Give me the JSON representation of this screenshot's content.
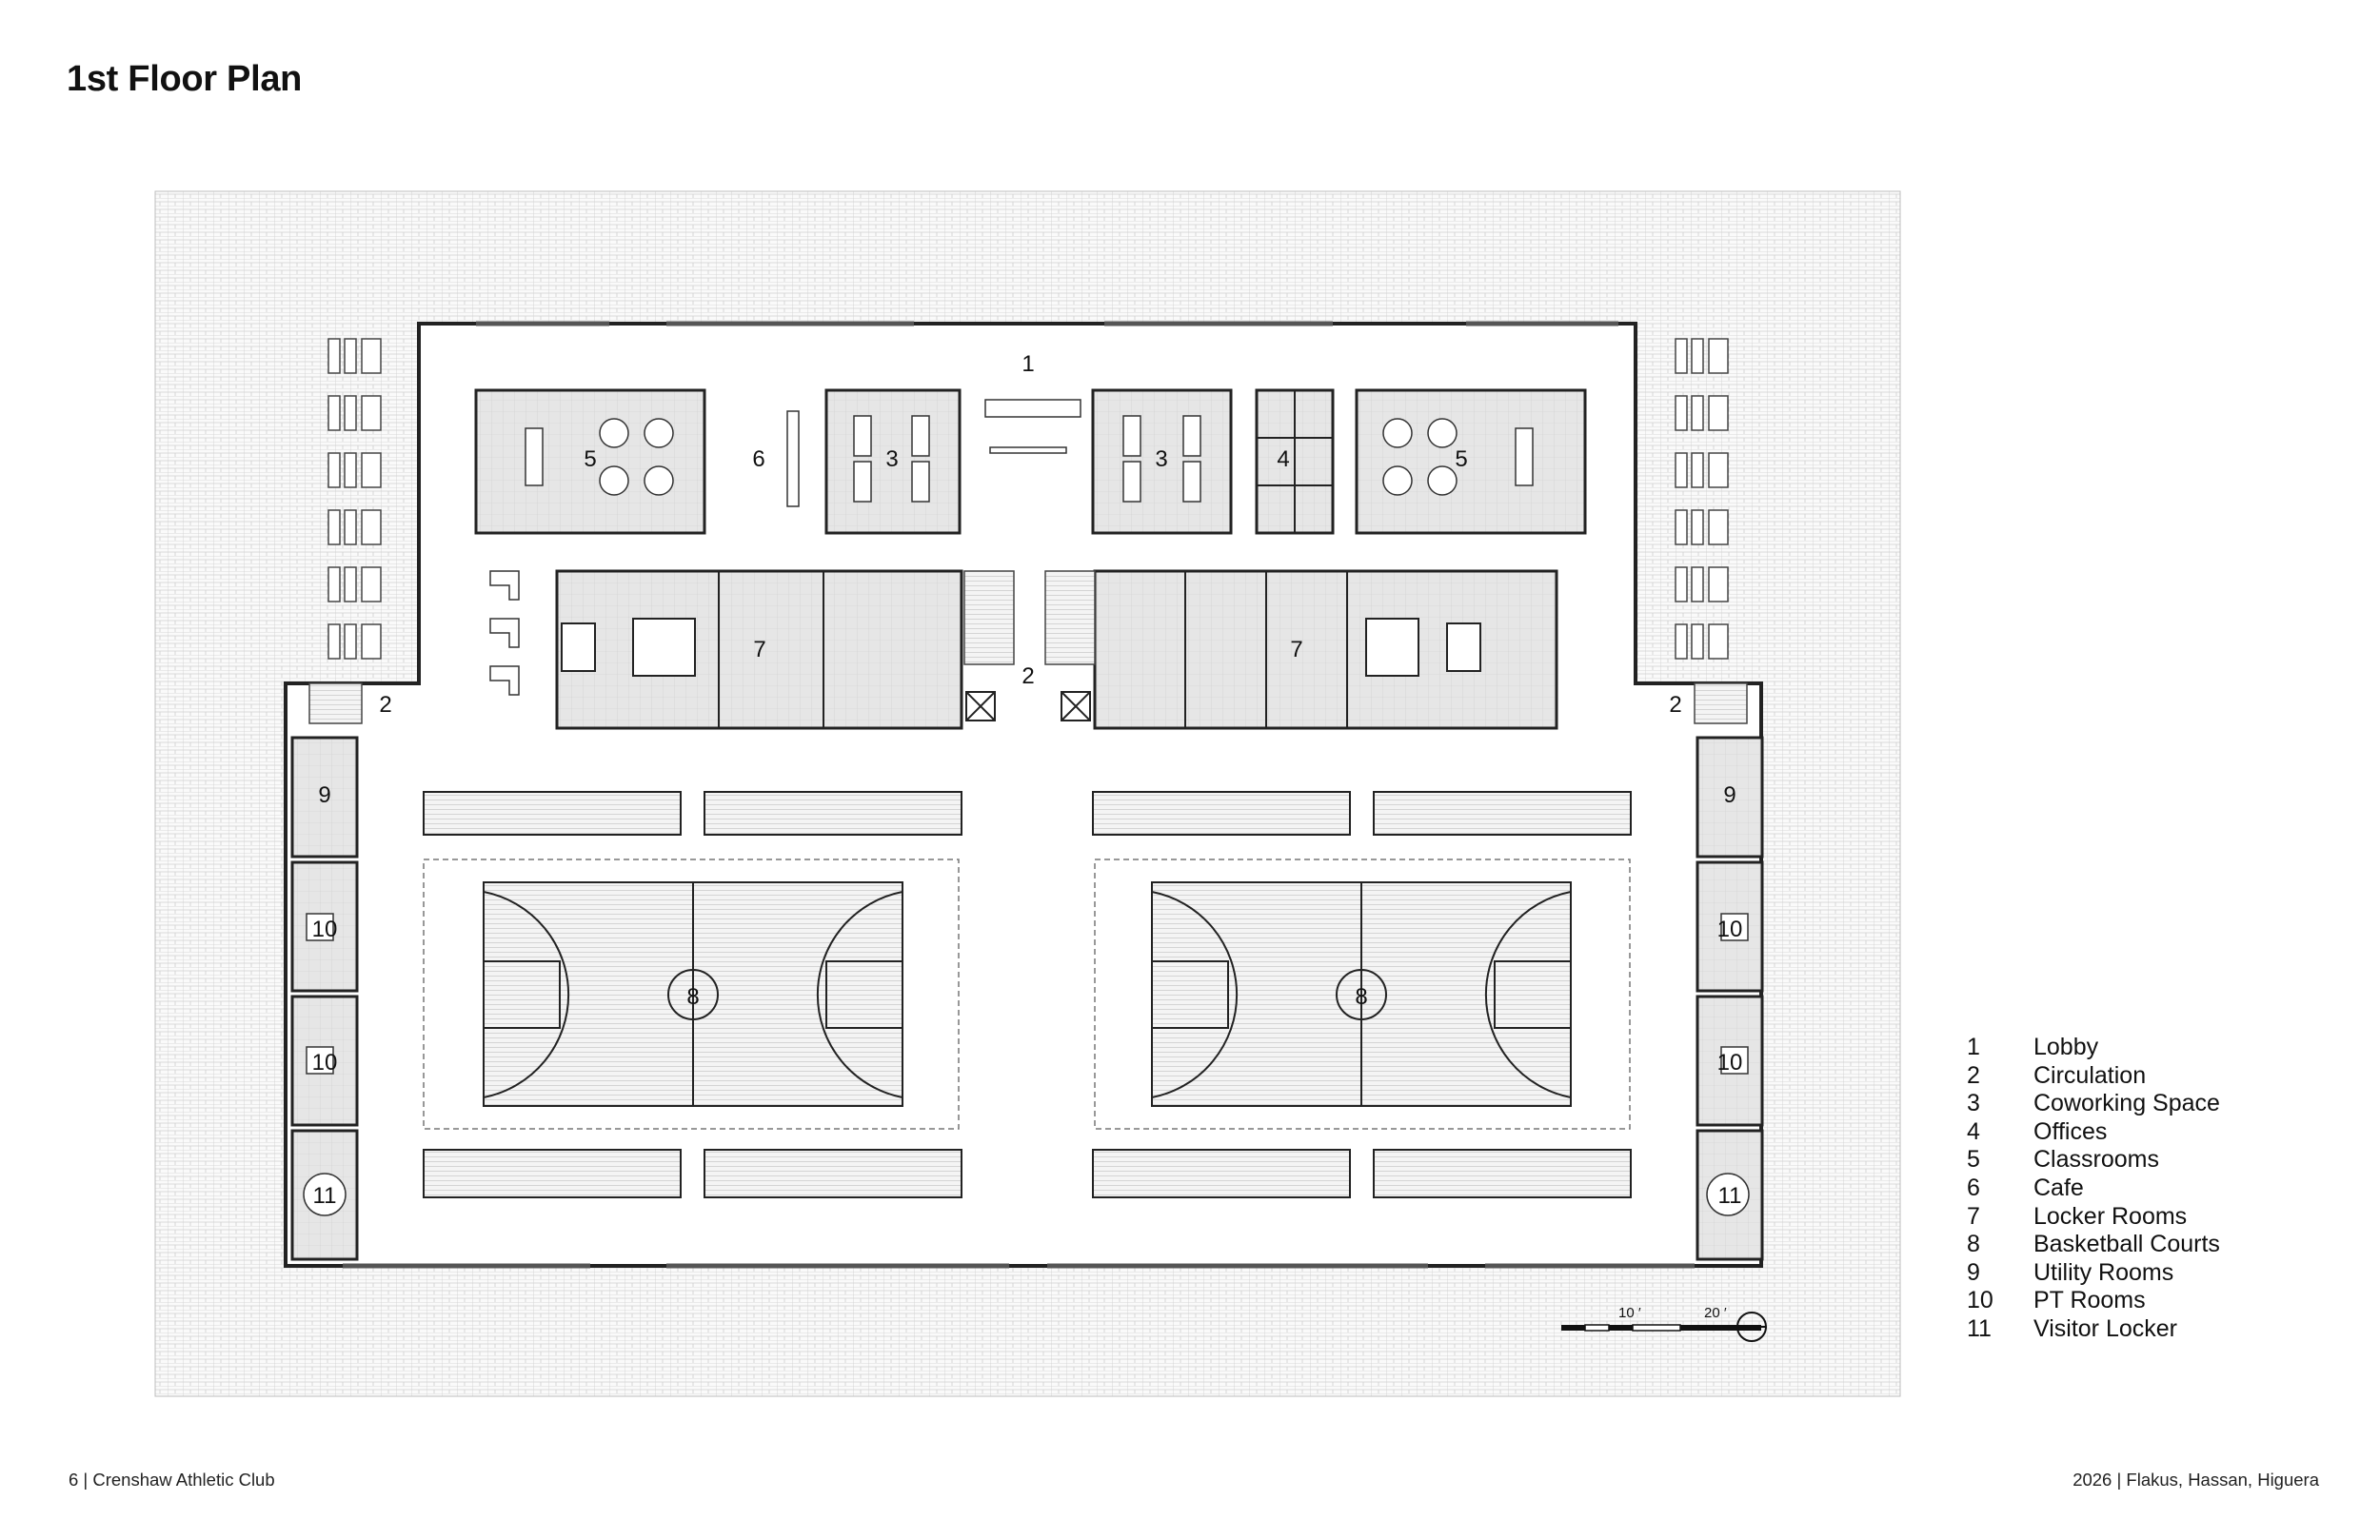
{
  "title": "1st Floor Plan",
  "room_labels": {
    "lobby": "1",
    "circulation": "2",
    "coworking": "3",
    "offices": "4",
    "classrooms": "5",
    "cafe": "6",
    "locker_rooms": "7",
    "basketball_courts": "8",
    "utility_rooms": "9",
    "pt_rooms": "10",
    "visitor_locker": "11"
  },
  "legend": [
    {
      "num": "1",
      "name": "Lobby"
    },
    {
      "num": "2",
      "name": "Circulation"
    },
    {
      "num": "3",
      "name": "Coworking Space"
    },
    {
      "num": "4",
      "name": "Offices"
    },
    {
      "num": "5",
      "name": "Classrooms"
    },
    {
      "num": "6",
      "name": "Cafe"
    },
    {
      "num": "7",
      "name": "Locker Rooms"
    },
    {
      "num": "8",
      "name": "Basketball Courts"
    },
    {
      "num": "9",
      "name": "Utility Rooms"
    },
    {
      "num": "10",
      "name": "PT Rooms"
    },
    {
      "num": "11",
      "name": "Visitor Locker"
    }
  ],
  "scale_bar": {
    "label_10": "10 ′",
    "label_20": "20 ′"
  },
  "footer": {
    "left": "6 | Crenshaw Athletic Club",
    "right": "2026 | Flakus, Hassan, Higuera"
  }
}
